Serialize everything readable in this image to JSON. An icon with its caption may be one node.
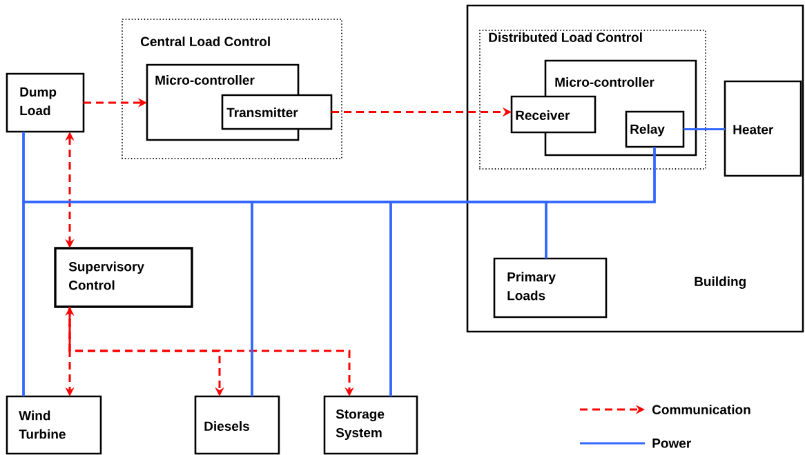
{
  "diagram": {
    "nodes": [
      {
        "text": [
          "Dump Load"
        ]
      },
      {
        "text": [
          "Central Load Control"
        ]
      },
      {
        "text": [
          "Micro-controller"
        ],
        "in": 1
      },
      {
        "text": [
          "Transmitter"
        ],
        "in": 1
      },
      {
        "text": [
          "Building"
        ]
      },
      {
        "text": [
          "Distributed Load Control"
        ],
        "in": 4
      },
      {
        "text": [
          "Micro-controller"
        ],
        "in": 5
      },
      {
        "text": [
          "Receiver"
        ],
        "in": 5
      },
      {
        "text": [
          "Relay"
        ],
        "in": 6
      },
      {
        "text": [
          "Heater"
        ],
        "in": 4
      },
      {
        "text": [
          "Primary Loads"
        ],
        "in": 4
      },
      {
        "text": [
          "Supervisory Control"
        ]
      },
      {
        "text": [
          "Wind Turbine"
        ]
      },
      {
        "text": [
          "Diesels"
        ]
      },
      {
        "text": [
          "Storage System"
        ]
      }
    ],
    "edges": [
      {
        "from": 0,
        "to": 2,
        "arrow": "to",
        "style": "dashed",
        "color": "#ff0000"
      },
      {
        "from": 3,
        "to": 7,
        "arrow": "to",
        "style": "dashed",
        "color": "#ff0000"
      },
      {
        "from": 0,
        "to": 11,
        "arrow": "both",
        "style": "dashed",
        "color": "#ff0000"
      },
      {
        "from": 11,
        "to": 12,
        "arrow": "both",
        "style": "dashed",
        "color": "#ff0000"
      },
      {
        "from": 11,
        "to": 13,
        "arrow": "to",
        "style": "dashed",
        "color": "#ff0000"
      },
      {
        "from": 11,
        "to": 14,
        "arrow": "to",
        "style": "dashed",
        "color": "#ff0000"
      },
      {
        "from": 12,
        "to": 0,
        "arrow": "none"
      },
      {
        "from": 12,
        "to": 10,
        "arrow": "none"
      },
      {
        "from": 12,
        "to": 8,
        "arrow": "none"
      },
      {
        "from": 13,
        "to": 0,
        "arrow": "none"
      },
      {
        "from": 13,
        "to": 10,
        "arrow": "none"
      },
      {
        "from": 13,
        "to": 8,
        "arrow": "none"
      },
      {
        "from": 14,
        "to": 0,
        "arrow": "none"
      },
      {
        "from": 14,
        "to": 10,
        "arrow": "none"
      },
      {
        "from": 14,
        "to": 8,
        "arrow": "none"
      },
      {
        "from": 8,
        "to": 9,
        "arrow": "none"
      }
    ],
    "legend": [
      {
        "text": "Communication"
      },
      {
        "text": "Power"
      }
    ]
  }
}
